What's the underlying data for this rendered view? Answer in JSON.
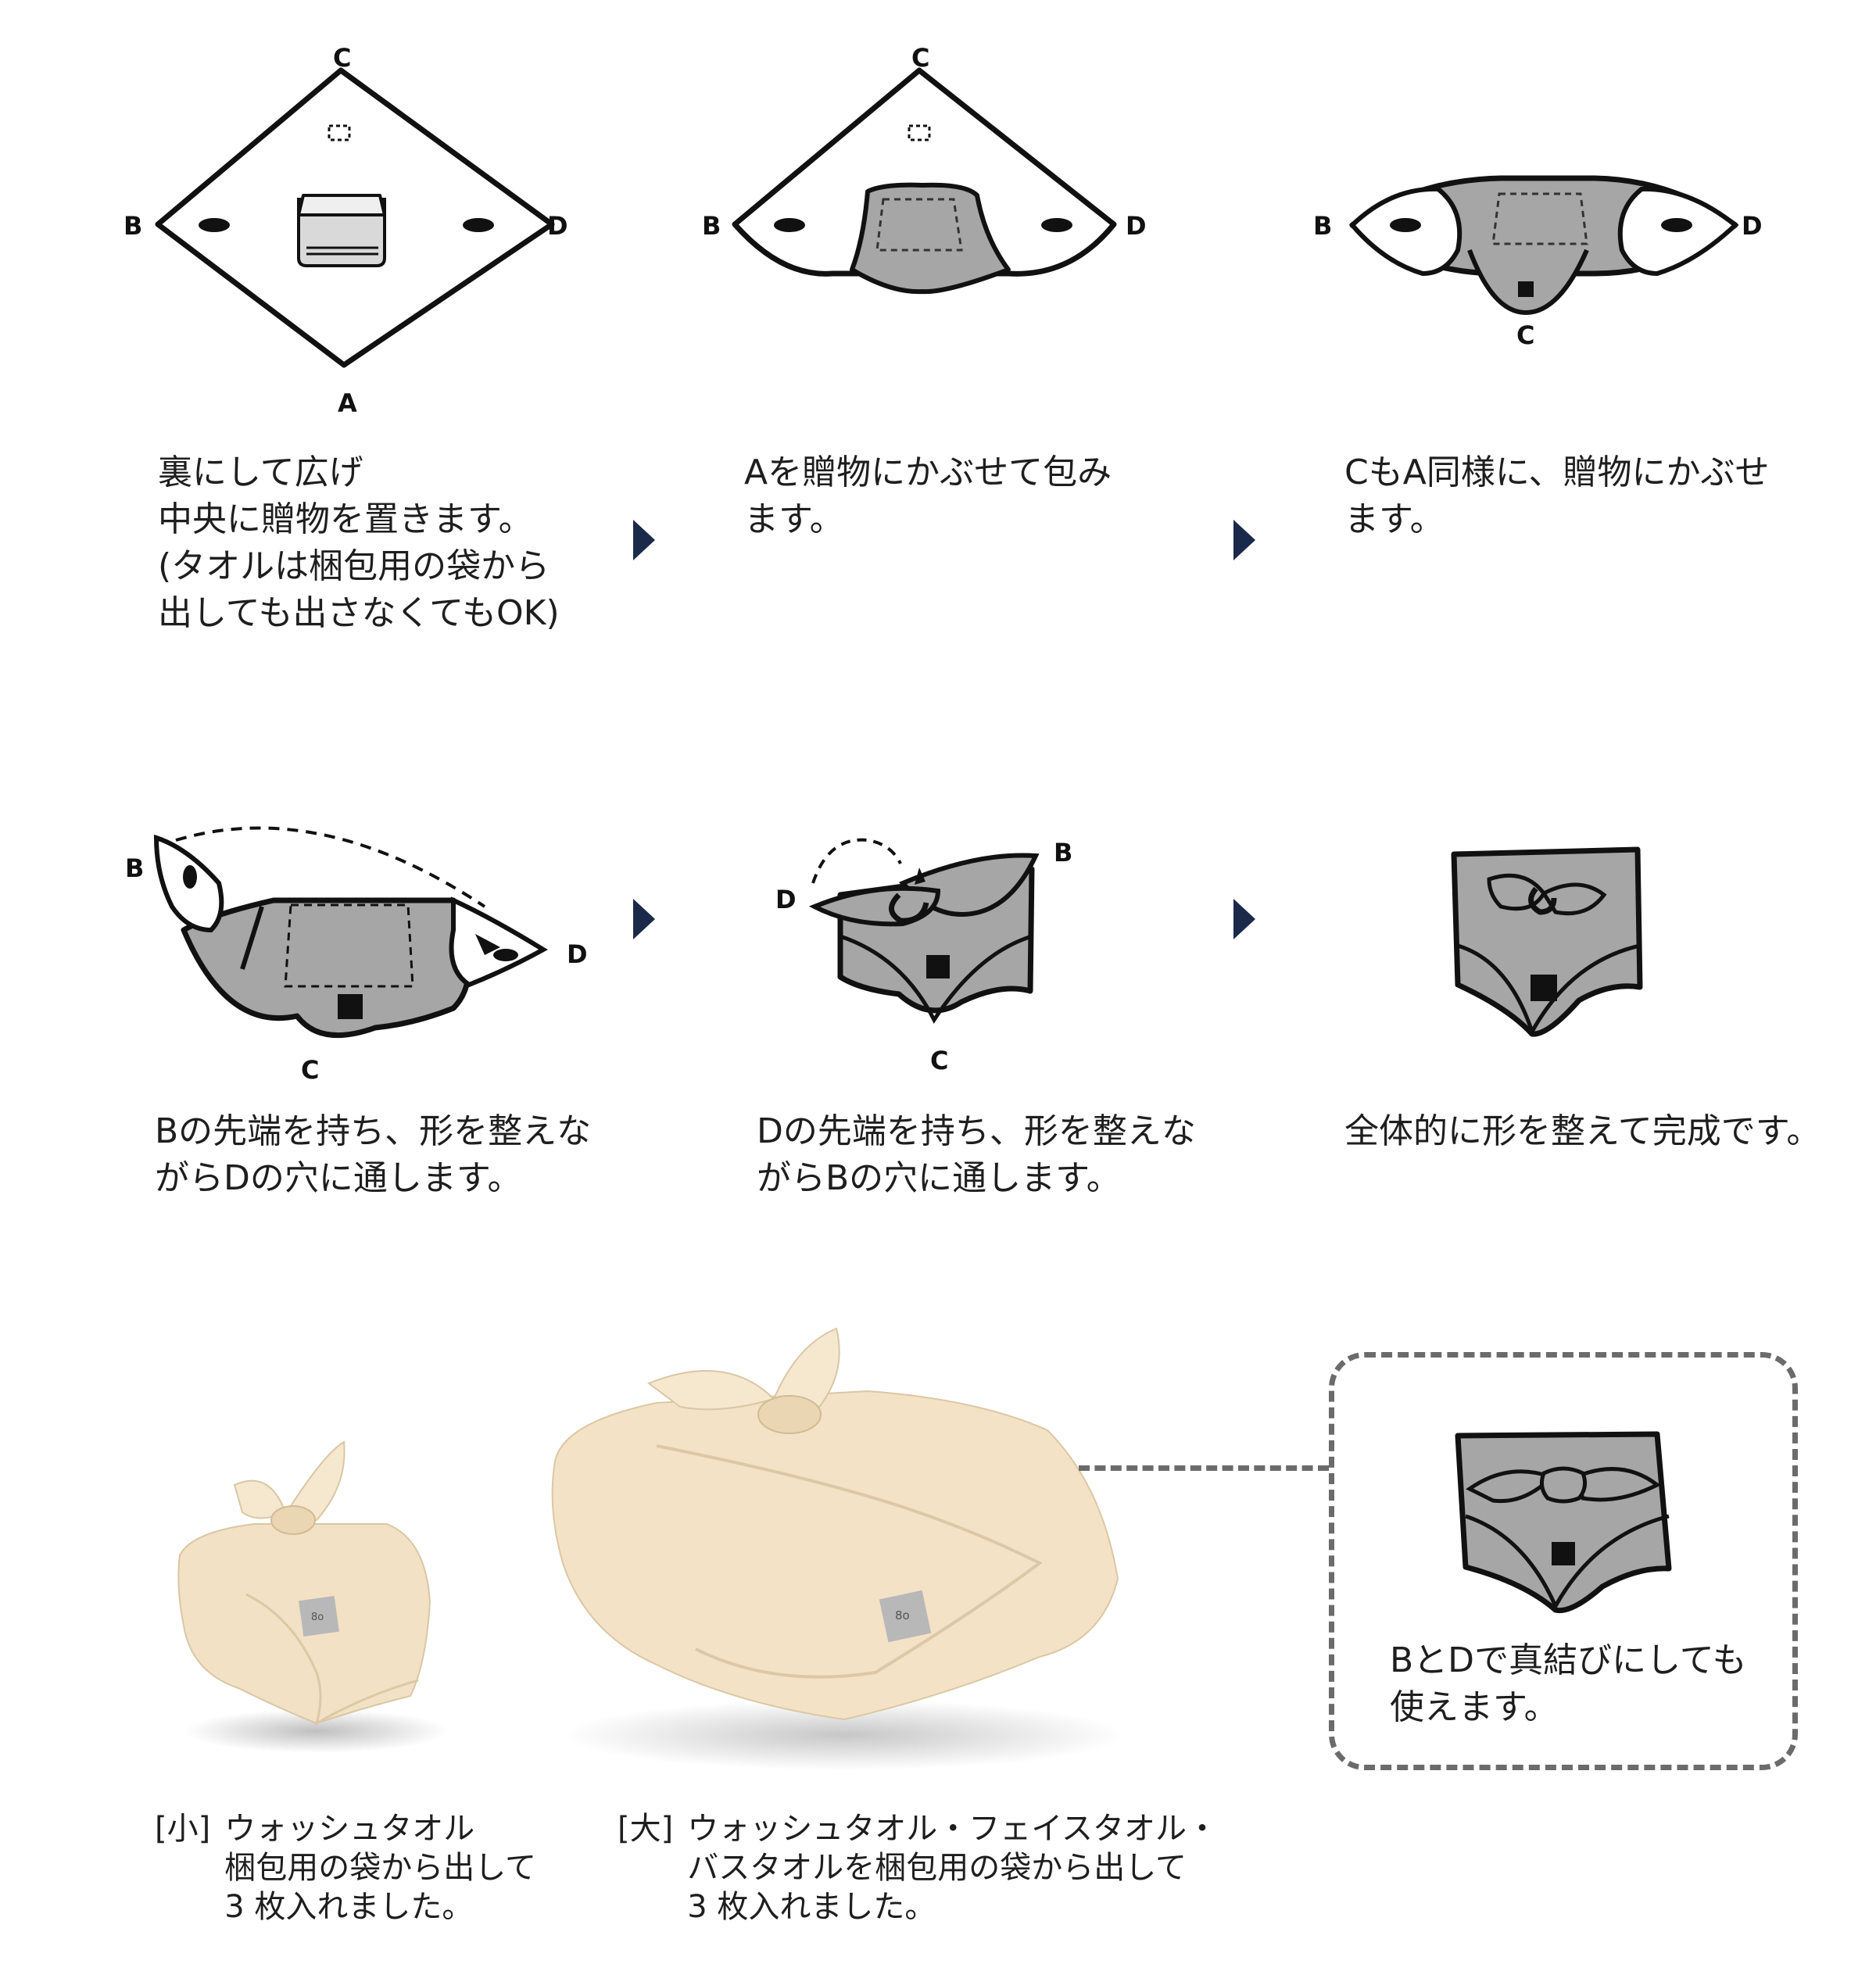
{
  "colors": {
    "arrow": "#1b2a4a",
    "cloth_gray": "#a6a6a6",
    "outline": "#111111",
    "fabric": "#f3e3c8",
    "tag_gray": "#b8b8b8",
    "dashed_box": "#6b6b6b"
  },
  "corner_labels": {
    "a": "A",
    "b": "B",
    "c": "C",
    "d": "D"
  },
  "steps": [
    {
      "id": 1,
      "caption": "裏にして広げ\n中央に贈物を置きます。\n(タオルは梱包用の袋から\n出しても出さなくてもOK)"
    },
    {
      "id": 2,
      "caption": "Aを贈物にかぶせて包み\nます。"
    },
    {
      "id": 3,
      "caption": "CもA同様に、贈物にかぶせ\nます。"
    },
    {
      "id": 4,
      "caption": "Bの先端を持ち、形を整えな\nがらDの穴に通します。"
    },
    {
      "id": 5,
      "caption": "Dの先端を持ち、形を整えな\nがらBの穴に通します。"
    },
    {
      "id": 6,
      "caption": "全体的に形を整えて完成です。"
    }
  ],
  "photos": {
    "small": {
      "size_tag": "[小]",
      "caption": "ウォッシュタオル\n梱包用の袋から出して\n3 枚入れました。",
      "tag_label": "8o"
    },
    "large": {
      "size_tag": "[大]",
      "caption": "ウォッシュタオル・フェイスタオル・\nバスタオルを梱包用の袋から出して\n3 枚入れました。",
      "tag_label": "8o"
    }
  },
  "alternative": {
    "caption": "BとDで真結びにしても\n使えます。"
  }
}
